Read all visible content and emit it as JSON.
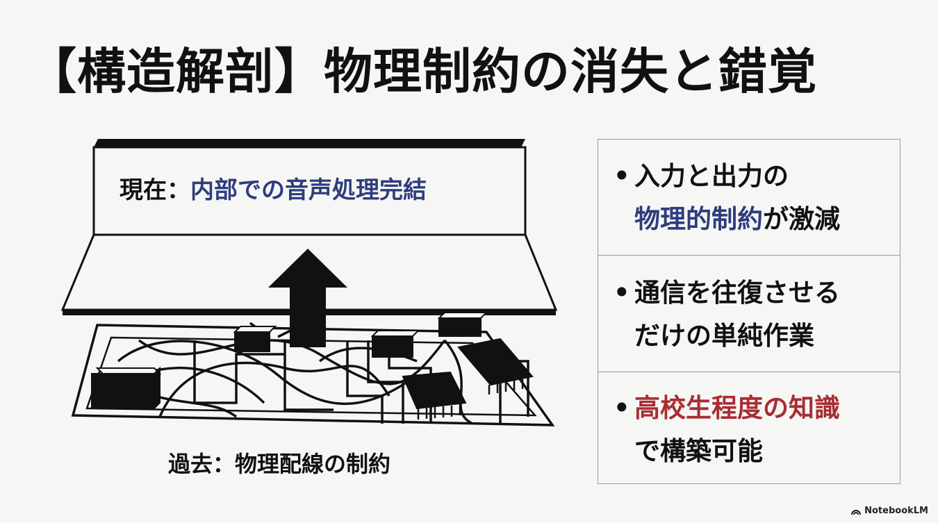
{
  "title": "【構造解剖】物理制約の消失と錯覚",
  "diagram": {
    "present_prefix": "現在：",
    "present_text": "内部での音声処理完結",
    "past_label": "過去：物理配線の制約"
  },
  "points": [
    {
      "bullet": "•",
      "line1": "入力と出力の",
      "line2_highlight": "物理的制約",
      "line2_rest": "が激減"
    },
    {
      "bullet": "•",
      "line1": "通信を往復させる",
      "line2": "だけの単純作業"
    },
    {
      "bullet": "•",
      "line1_highlight": "高校生程度の知識",
      "line2": "で構築可能"
    }
  ],
  "brand": "NotebookLM",
  "colors": {
    "accent_blue": "#2e3c7e",
    "accent_red": "#a82d33",
    "background": "#f6f6f4"
  }
}
